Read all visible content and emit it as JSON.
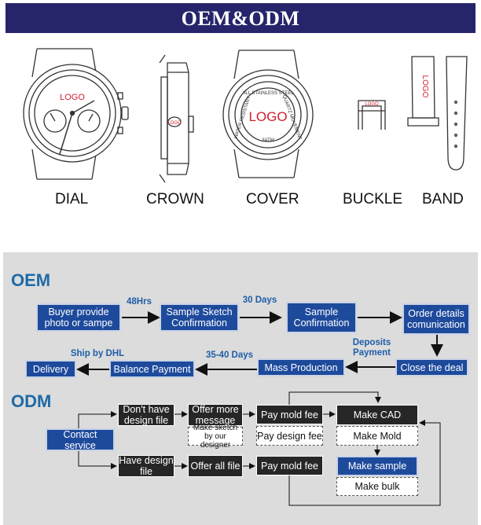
{
  "banner": {
    "title": "OEM&ODM"
  },
  "parts": {
    "dial": "DIAL",
    "crown": "CROWN",
    "cover": "COVER",
    "buckle": "BUCKLE",
    "band": "BAND",
    "logo_text": "LOGO",
    "cover_ring_top": "ALL STAINLESS STEEL",
    "cover_ring_right": "QUARTZ MOVEMENT",
    "cover_ring_left": "WATER RESISTANT",
    "cover_ring_bottom": "3ATM"
  },
  "colors": {
    "banner": "#26246a",
    "flow_blue": "#1e4a9c",
    "heading_blue": "#1e6aa6",
    "logo_red": "#d02030",
    "dark_box": "#262626",
    "panel": "#dcdcdc"
  },
  "oem": {
    "heading": "OEM",
    "buyer_provide": "Buyer provide photo or sampe",
    "sample_sketch": "Sample Sketch Confirmation",
    "sample_confirmation": "Sample Confirmation",
    "order_details": "Order details comunication",
    "close_deal": "Close the deal",
    "mass_production": "Mass Production",
    "balance_payment": "Balance Payment",
    "delivery": "Delivery",
    "lbl_48hrs": "48Hrs",
    "lbl_30days": "30 Days",
    "lbl_deposits": "Deposits Payment",
    "lbl_3540days": "35-40 Days",
    "lbl_ship": "Ship by DHL"
  },
  "odm": {
    "heading": "ODM",
    "contact_service": "Contact service",
    "dont_have_design": "Don't have design file",
    "have_design": "Have design file",
    "offer_more_message": "Offer more message",
    "make_sketch": "Make sketch by our designer",
    "offer_all_file": "Offer all file",
    "pay_mold_fee_1": "Pay mold fee",
    "pay_design_fee": "Pay design fee",
    "pay_mold_fee_2": "Pay mold fee",
    "make_cad": "Make CAD",
    "make_mold": "Make Mold",
    "make_sample": "Make sample",
    "make_bulk": "Make bulk"
  }
}
